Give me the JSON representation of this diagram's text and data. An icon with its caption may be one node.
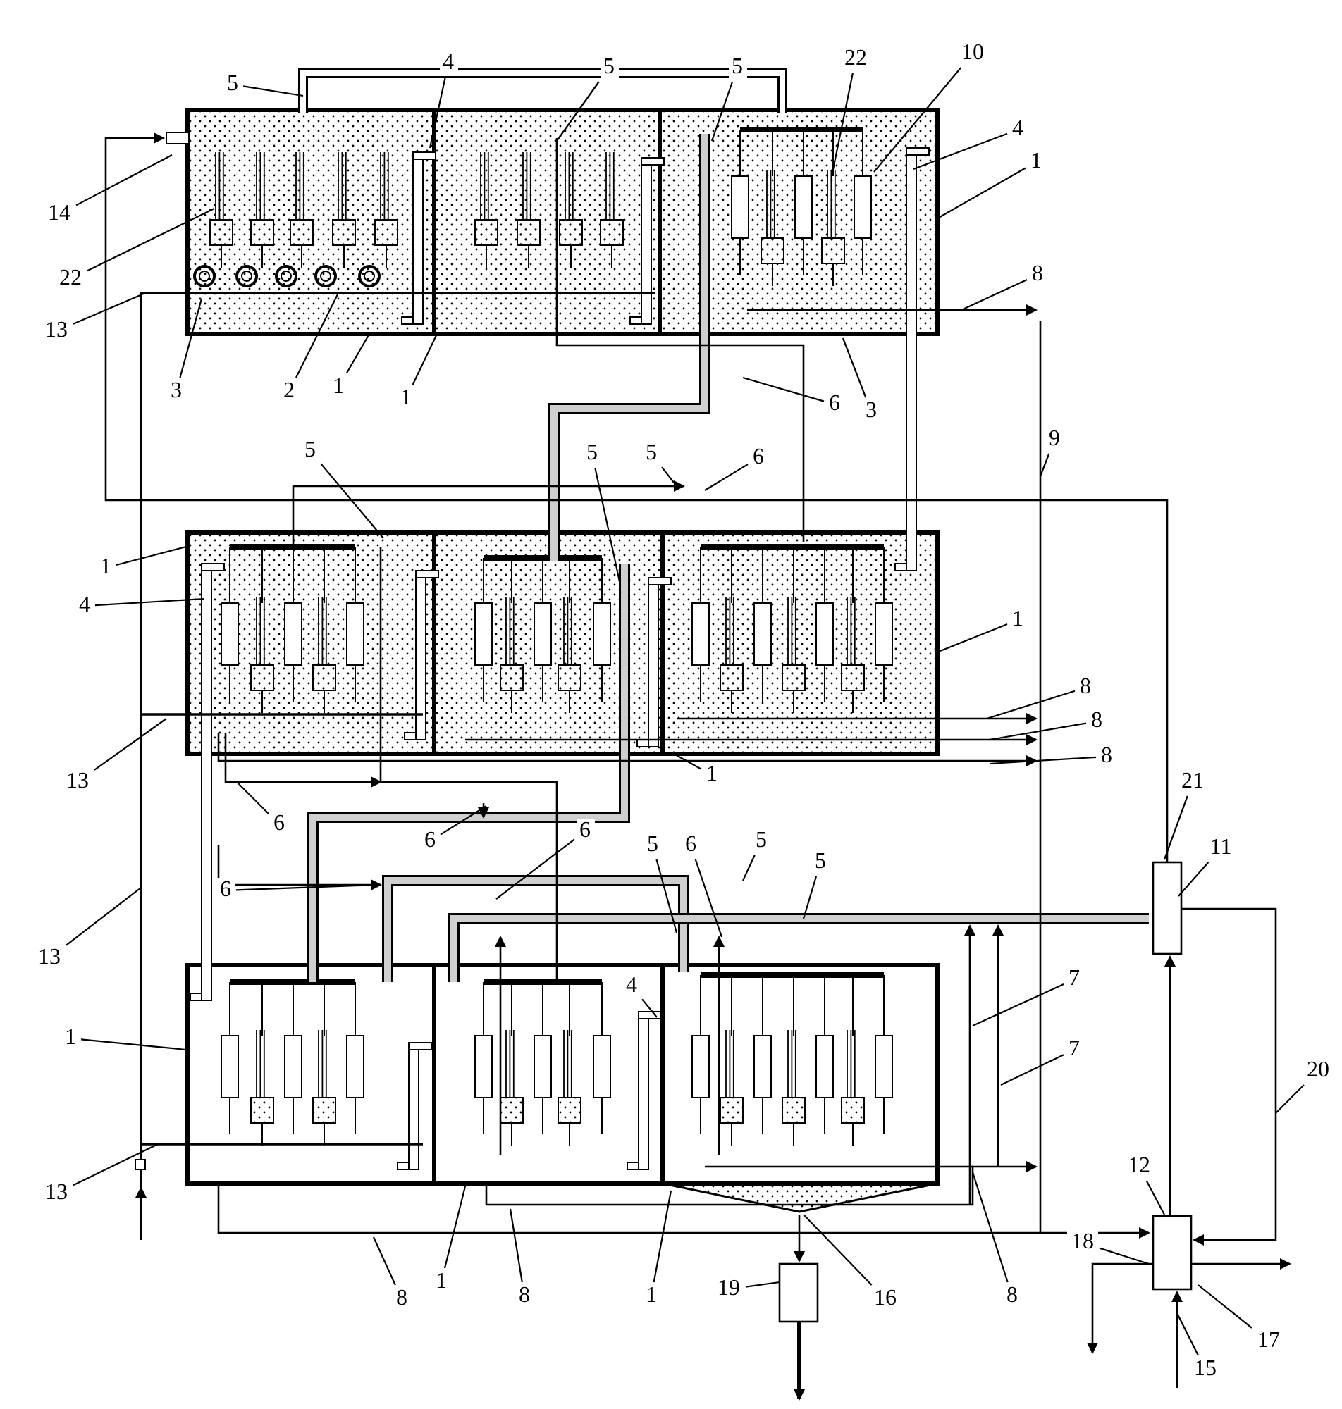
{
  "diagram": {
    "nodes": [
      {
        "text": [
          "5"
        ]
      },
      {
        "text": [
          "4"
        ]
      },
      {
        "text": [
          "5"
        ]
      },
      {
        "text": [
          "5"
        ]
      },
      {
        "text": [
          "22"
        ]
      },
      {
        "text": [
          "10"
        ]
      },
      {
        "text": [
          "4"
        ]
      },
      {
        "text": [
          "1"
        ]
      },
      {
        "text": [
          "14"
        ]
      },
      {
        "text": [
          "22"
        ]
      },
      {
        "text": [
          "13"
        ]
      },
      {
        "text": [
          "3"
        ]
      },
      {
        "text": [
          "2"
        ]
      },
      {
        "text": [
          "1"
        ]
      },
      {
        "text": [
          "1"
        ]
      },
      {
        "text": [
          "8"
        ]
      },
      {
        "text": [
          "6"
        ]
      },
      {
        "text": [
          "3"
        ]
      },
      {
        "text": [
          "9"
        ]
      },
      {
        "text": [
          "5"
        ]
      },
      {
        "text": [
          "5"
        ]
      },
      {
        "text": [
          "5"
        ]
      },
      {
        "text": [
          "6"
        ]
      },
      {
        "text": [
          "1"
        ]
      },
      {
        "text": [
          "4"
        ]
      },
      {
        "text": [
          "1"
        ]
      },
      {
        "text": [
          "8"
        ]
      },
      {
        "text": [
          "8"
        ]
      },
      {
        "text": [
          "8"
        ]
      },
      {
        "text": [
          "13"
        ]
      },
      {
        "text": [
          "1"
        ]
      },
      {
        "text": [
          "21"
        ]
      },
      {
        "text": [
          "6"
        ]
      },
      {
        "text": [
          "6"
        ]
      },
      {
        "text": [
          "6"
        ]
      },
      {
        "text": [
          "6"
        ]
      },
      {
        "text": [
          "5"
        ]
      },
      {
        "text": [
          "6"
        ]
      },
      {
        "text": [
          "5"
        ]
      },
      {
        "text": [
          "11"
        ]
      },
      {
        "text": [
          "5"
        ]
      },
      {
        "text": [
          "13"
        ]
      },
      {
        "text": [
          "4"
        ]
      },
      {
        "text": [
          "7"
        ]
      },
      {
        "text": [
          "7"
        ]
      },
      {
        "text": [
          "20"
        ]
      },
      {
        "text": [
          "1"
        ]
      },
      {
        "text": [
          "13"
        ]
      },
      {
        "text": [
          "12"
        ]
      },
      {
        "text": [
          "18"
        ]
      },
      {
        "text": [
          "8"
        ]
      },
      {
        "text": [
          "1"
        ]
      },
      {
        "text": [
          "8"
        ]
      },
      {
        "text": [
          "1"
        ]
      },
      {
        "text": [
          "16"
        ]
      },
      {
        "text": [
          "19"
        ]
      },
      {
        "text": [
          "8"
        ]
      },
      {
        "text": [
          "17"
        ]
      },
      {
        "text": [
          "15"
        ]
      }
    ],
    "edges": [
      {
        "from": 0,
        "to": null,
        "arrow": "none"
      },
      {
        "from": 1,
        "to": null,
        "arrow": "none"
      },
      {
        "from": 2,
        "to": null,
        "arrow": "none"
      },
      {
        "from": 3,
        "to": null,
        "arrow": "none"
      },
      {
        "from": 4,
        "to": null,
        "arrow": "none"
      },
      {
        "from": 5,
        "to": null,
        "arrow": "none"
      },
      {
        "from": 6,
        "to": null,
        "arrow": "none"
      },
      {
        "from": 7,
        "to": null,
        "arrow": "none"
      },
      {
        "from": 8,
        "to": null,
        "arrow": "none"
      },
      {
        "from": 9,
        "to": null,
        "arrow": "none"
      },
      {
        "from": 10,
        "to": null,
        "arrow": "none"
      },
      {
        "from": 11,
        "to": null,
        "arrow": "none"
      },
      {
        "from": 12,
        "to": null,
        "arrow": "none"
      },
      {
        "from": 13,
        "to": null,
        "arrow": "none"
      },
      {
        "from": 14,
        "to": null,
        "arrow": "none"
      },
      {
        "from": 15,
        "to": null,
        "arrow": "none"
      },
      {
        "from": 16,
        "to": null,
        "arrow": "none"
      },
      {
        "from": 17,
        "to": null,
        "arrow": "none"
      },
      {
        "from": 18,
        "to": null,
        "arrow": "none"
      },
      {
        "from": 19,
        "to": null,
        "arrow": "none"
      },
      {
        "from": 20,
        "to": null,
        "arrow": "none"
      },
      {
        "from": 21,
        "to": null,
        "arrow": "none"
      },
      {
        "from": 22,
        "to": null,
        "arrow": "none"
      },
      {
        "from": 23,
        "to": null,
        "arrow": "none"
      },
      {
        "from": 24,
        "to": null,
        "arrow": "none"
      },
      {
        "from": 25,
        "to": null,
        "arrow": "none"
      },
      {
        "from": 26,
        "to": null,
        "arrow": "none"
      },
      {
        "from": 27,
        "to": null,
        "arrow": "none"
      },
      {
        "from": 28,
        "to": null,
        "arrow": "none"
      },
      {
        "from": 29,
        "to": null,
        "arrow": "none"
      },
      {
        "from": 30,
        "to": null,
        "arrow": "none"
      },
      {
        "from": 31,
        "to": null,
        "arrow": "none"
      },
      {
        "from": 32,
        "to": null,
        "arrow": "none"
      },
      {
        "from": 33,
        "to": null,
        "arrow": "none"
      },
      {
        "from": 34,
        "to": null,
        "arrow": "none"
      },
      {
        "from": 35,
        "to": null,
        "arrow": "none"
      },
      {
        "from": 36,
        "to": null,
        "arrow": "none"
      },
      {
        "from": 37,
        "to": null,
        "arrow": "none"
      },
      {
        "from": 38,
        "to": null,
        "arrow": "none"
      },
      {
        "from": 39,
        "to": null,
        "arrow": "none"
      },
      {
        "from": 40,
        "to": null,
        "arrow": "none"
      },
      {
        "from": 41,
        "to": null,
        "arrow": "none"
      },
      {
        "from": 42,
        "to": null,
        "arrow": "none"
      },
      {
        "from": 43,
        "to": null,
        "arrow": "none"
      },
      {
        "from": 44,
        "to": null,
        "arrow": "none"
      },
      {
        "from": 45,
        "to": null,
        "arrow": "none"
      },
      {
        "from": 46,
        "to": null,
        "arrow": "none"
      },
      {
        "from": 47,
        "to": null,
        "arrow": "none"
      },
      {
        "from": 48,
        "to": null,
        "arrow": "none"
      },
      {
        "from": 49,
        "to": null,
        "arrow": "none"
      },
      {
        "from": 50,
        "to": null,
        "arrow": "none"
      },
      {
        "from": 51,
        "to": null,
        "arrow": "none"
      },
      {
        "from": 52,
        "to": null,
        "arrow": "none"
      },
      {
        "from": 53,
        "to": null,
        "arrow": "none"
      },
      {
        "from": 54,
        "to": null,
        "arrow": "none"
      },
      {
        "from": 55,
        "to": null,
        "arrow": "none"
      },
      {
        "from": 56,
        "to": null,
        "arrow": "none"
      },
      {
        "from": 57,
        "to": null,
        "arrow": "none"
      },
      {
        "from": 58,
        "to": null,
        "arrow": "none"
      }
    ]
  }
}
